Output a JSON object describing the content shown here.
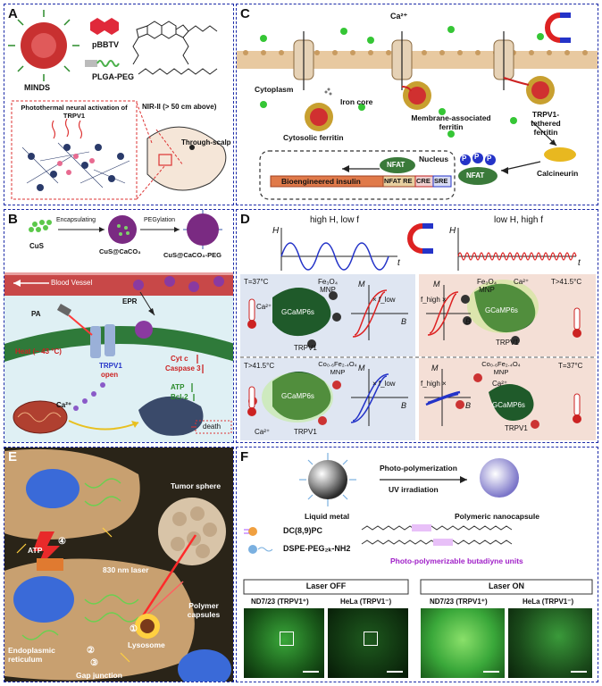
{
  "panels": {
    "A": {
      "label": "A",
      "minds": "MINDS",
      "pbbtv": "pBBTV",
      "plga": "PLGA-PEG",
      "activation": "Photothermal neural activation of TRPV1",
      "nir": "NIR-II (> 50 cm above)",
      "scalp": "Through-scalp"
    },
    "B": {
      "label": "B",
      "cus": "CuS",
      "encapsulating": "Encapsulating",
      "cus_caco3": "CuS@CaCO₃",
      "pegylation": "PEGylation",
      "cus_caco3_peg": "CuS@CaCO₃-PEG",
      "vessel": "Blood Vessel",
      "epr": "EPR",
      "pa": "PA",
      "heat": "Heat (~ 43 °C)",
      "trpv1": "TRPV1",
      "open": "open",
      "cytc": "Cyt c",
      "caspase": "Caspase 3",
      "atp": "ATP",
      "bcl2": "Bcl-2",
      "ca": "Ca²⁺",
      "death": "death"
    },
    "C": {
      "label": "C",
      "ca": "Ca²⁺",
      "cytoplasm": "Cytoplasm",
      "iron_core": "Iron core",
      "cytosolic": "Cytosolic ferritin",
      "membrane": "Membrane-associated ferritin",
      "tethered": "TRPV1-tethered ferritin",
      "nucleus": "Nucleus",
      "nfat": "NFAT",
      "insulin": "Bioengineered insulin",
      "nfat_re": "NFAT RE",
      "cre": "CRE",
      "sre": "SRE",
      "p": "P",
      "calcineurin": "Calcineurin"
    },
    "D": {
      "label": "D",
      "high_h": "high H, low f",
      "low_h": "low H, high f",
      "h": "H",
      "t": "t",
      "t37": "T=37°C",
      "t41": "T>41.5°C",
      "t41b": "T>41.5°C",
      "t37b": "T=37°C",
      "fe_mnp": "Fe₃O₄ MNP",
      "fe_mnp2": "Fe₃O₄ MNP",
      "co_mnp": "Co₀.₆Fe₂.₄O₄ MNP",
      "co_mnp2": "Co₀.₆Fe₂.₄O₄ MNP",
      "gcamp": "GCaMP6s",
      "trpv1": "TRPV1",
      "ca": "Ca²⁺",
      "m": "M",
      "b": "B",
      "xflow": "× f_low",
      "fhigh": "f_high ×"
    },
    "E": {
      "label": "E",
      "tumor": "Tumor sphere",
      "atp": "ATP",
      "laser": "830 nm laser",
      "polymer": "Polymer capsules",
      "lysosome": "Lysosome",
      "er": "Endoplasmic reticulum",
      "gap": "Gap junction",
      "n1": "①",
      "n2": "②",
      "n3": "③",
      "n4": "④"
    },
    "F": {
      "label": "F",
      "photo": "Photo-polymerization",
      "uv": "UV irradiation",
      "liquid": "Liquid metal",
      "capsule": "Polymeric nanocapsule",
      "dc": "DC(8,9)PC",
      "dspe": "DSPE-PEG₂ₖ-NH2",
      "butadiyne": "Photo-polymerizable butadiyne units",
      "laser_off": "Laser OFF",
      "laser_on": "Laser ON",
      "nd7": "ND7/23 (TRPV1⁺)",
      "hela": "HeLa (TRPV1⁻)",
      "nd7b": "ND7/23 (TRPV1⁺)",
      "helab": "HeLa (TRPV1⁻)"
    }
  },
  "colors": {
    "border": "#1b2aa8",
    "membrane": "#d9b48a",
    "gcamp": "#1f5a2a",
    "red": "#d22",
    "blue": "#2433c8",
    "nfat": "#3a7a3a",
    "calcineurin": "#e8b820"
  }
}
